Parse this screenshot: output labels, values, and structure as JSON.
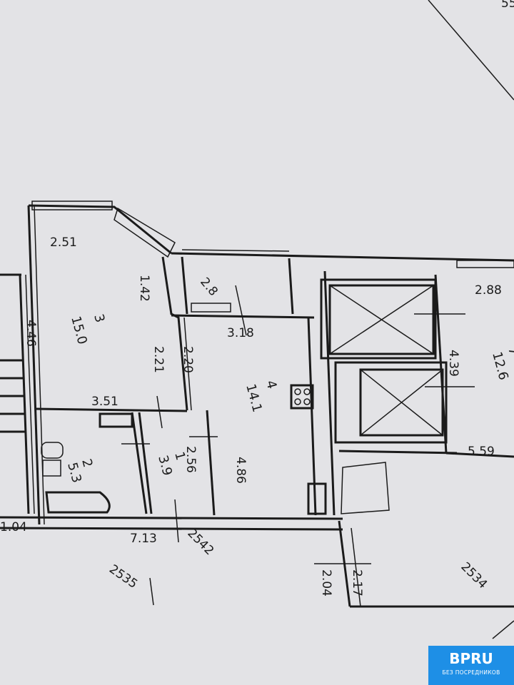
{
  "corner_fragment": "55",
  "rooms": [
    {
      "number": "3",
      "area": "15.0"
    },
    {
      "number": "4",
      "area": "14.1"
    },
    {
      "number": "1",
      "area": "3.9"
    },
    {
      "number": "2",
      "area": "5.3"
    },
    {
      "number": "7",
      "area": "12.6"
    }
  ],
  "dimensions": {
    "room3_top": "2.51",
    "room3_bay": "1.42",
    "room3_left": "4.46",
    "room3_right": "2.21",
    "room3_bottom": "3.51",
    "balcony": "2.8",
    "kitchen_left": "2.20",
    "kitchen_top": "3.18",
    "kitchen_depth": "4.86",
    "hall_depth": "2.56",
    "left_edge": "1.04",
    "corridor": "7.13",
    "right_room_top": "2.88",
    "right_room_depth": "4.39",
    "right_room_bottom": "5.59",
    "door_left": "2.04",
    "door_right": "2.17"
  },
  "door_numbers": [
    "2542",
    "2535",
    "2534"
  ],
  "watermark": {
    "brand": "BPRU",
    "tagline": "БЕЗ ПОСРЕДНИКОВ",
    "color": "#1e8fe6"
  }
}
